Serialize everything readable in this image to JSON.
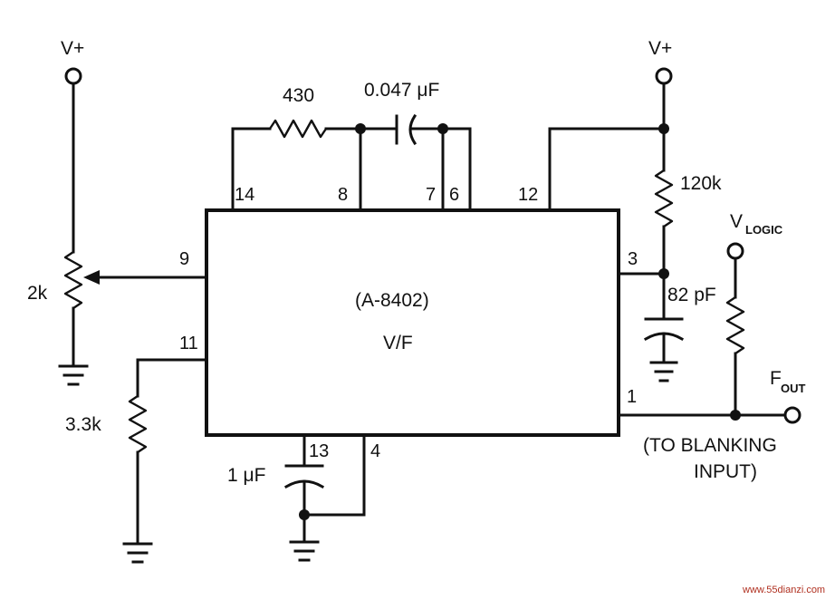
{
  "ic": {
    "name": "(A-8402)",
    "function": "V/F"
  },
  "pins": {
    "p14": "14",
    "p8": "8",
    "p7": "7",
    "p6": "6",
    "p12": "12",
    "p9": "9",
    "p3": "3",
    "p11": "11",
    "p1": "1",
    "p13": "13",
    "p4": "4"
  },
  "supplies": {
    "left_vplus": "V+",
    "right_vplus": "V+",
    "vlogic_main": "V",
    "vlogic_sub": "LOGIC"
  },
  "components": {
    "r_top": "430",
    "c_top": "0.047 μF",
    "r_right": "120k",
    "c_right": "82 pF",
    "pot": "2k",
    "r_left": "3.3k",
    "c_bottom": "1 μF"
  },
  "output": {
    "main": "F",
    "sub": "OUT",
    "note_line1": "(TO BLANKING",
    "note_line2": "INPUT)"
  },
  "watermark": "www.55dianzi.com"
}
